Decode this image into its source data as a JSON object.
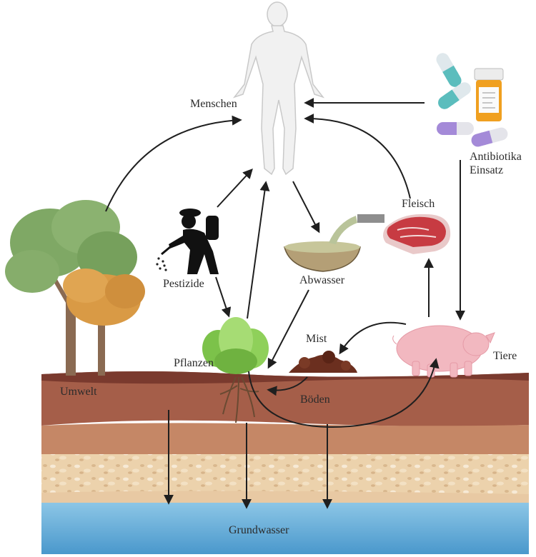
{
  "labels": {
    "humans": "Menschen",
    "antibiotics_line1": "Antibiotika",
    "antibiotics_line2": "Einsatz",
    "meat": "Fleisch",
    "pesticides": "Pestizide",
    "wastewater": "Abwasser",
    "manure": "Mist",
    "animals": "Tiere",
    "plants": "Pflanzen",
    "environment": "Umwelt",
    "soil": "Böden",
    "groundwater": "Grundwasser"
  },
  "colors": {
    "arrow": "#1f1f1f",
    "topsoil": "#a55e49",
    "soil_mid": "#c08060",
    "sand": "#e6c9a2",
    "groundwater": "#5da9d6",
    "pig": "#f2b8c0",
    "meat": "#c73b42",
    "capsule_teal": "#5bbdbd",
    "capsule_purple": "#a48ad8",
    "pill_bottle": "#f0a020",
    "tree_green": "#7fa865",
    "tree_orange": "#d99a45",
    "lettuce": "#7cc24a"
  },
  "icons": [
    "human-figure-icon",
    "pill-capsule-icon",
    "pill-bottle-icon",
    "meat-steak-icon",
    "farmer-sprayer-icon",
    "wastewater-basin-icon",
    "pig-icon",
    "lettuce-icon",
    "tree-icon",
    "manure-pile-icon"
  ]
}
